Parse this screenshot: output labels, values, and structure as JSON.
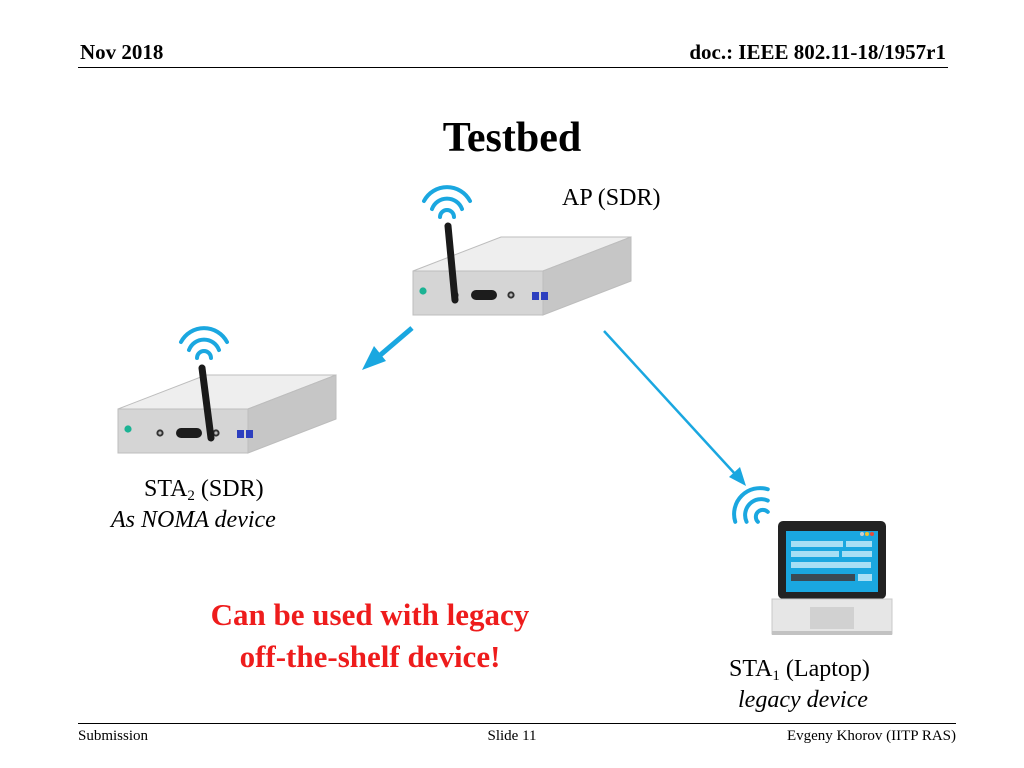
{
  "header": {
    "date": "Nov 2018",
    "doc": "doc.: IEEE 802.11-18/1957r1"
  },
  "title": "Testbed",
  "nodes": {
    "ap": {
      "label": "AP (SDR)"
    },
    "sta2": {
      "label_prefix": "STA",
      "label_sub": "2",
      "label_suffix": " (SDR)",
      "role": "As NOMA device"
    },
    "sta1": {
      "label_prefix": "STA",
      "label_sub": "1",
      "label_suffix": " (Laptop)",
      "role": "legacy device"
    }
  },
  "callout": {
    "line1": "Can be used with legacy",
    "line2": "off-the-shelf device!"
  },
  "footer": {
    "left": "Submission",
    "center": "Slide 11",
    "right": "Evgeny Khorov (IITP RAS)"
  },
  "icons": [
    "router-icon",
    "wifi-icon",
    "antenna-icon",
    "laptop-icon",
    "arrow-icon"
  ],
  "colors": {
    "accent": "#1aa7e0",
    "callout": "#ee1c1c",
    "router_body": "#d9d9d9",
    "led": "#1bb394",
    "port": "#2d3fbf",
    "laptop_screen": "#1aa7e0"
  }
}
